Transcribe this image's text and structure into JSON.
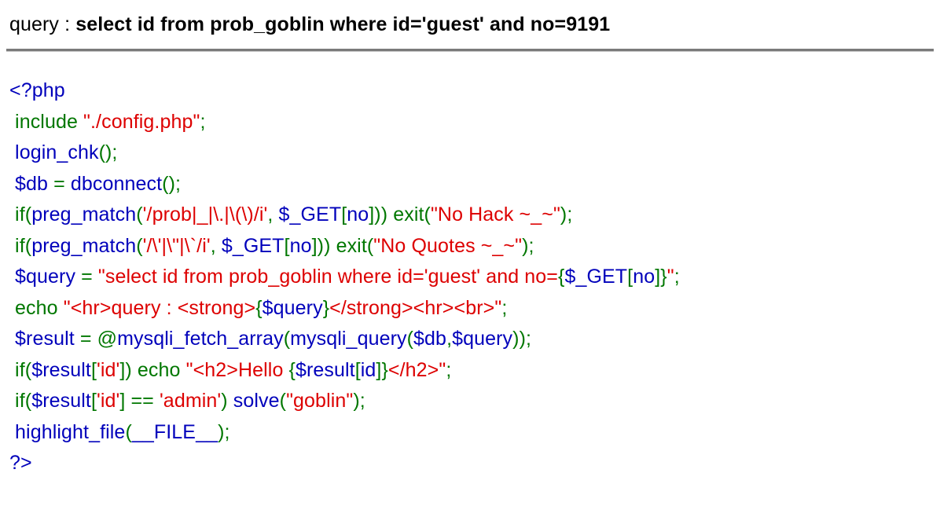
{
  "page": {
    "query_echo": {
      "label": "query : ",
      "value": "select id from prob_goblin where id='guest' and no=9191"
    },
    "separator": "horizontal-rule"
  },
  "colors": {
    "default": "#0000BB",
    "keyword": "#007700",
    "string": "#DD0000",
    "text": "#000000",
    "background": "#ffffff",
    "rule_top": "#7a7a7a",
    "rule_bottom": "#c8c8c8"
  },
  "source": {
    "language": "php",
    "renderer": "highlight_file",
    "lines": [
      {
        "id": "line-1",
        "tokens": [
          {
            "t": "<?php",
            "c": "dfl"
          }
        ]
      },
      {
        "id": "line-2",
        "tokens": [
          {
            "t": " ",
            "c": "dfl"
          },
          {
            "t": "include ",
            "c": "kw"
          },
          {
            "t": "\"./config.php\"",
            "c": "str"
          },
          {
            "t": ";",
            "c": "kw"
          }
        ]
      },
      {
        "id": "line-3",
        "tokens": [
          {
            "t": " login_chk",
            "c": "dfl"
          },
          {
            "t": "();",
            "c": "kw"
          }
        ]
      },
      {
        "id": "line-4",
        "tokens": [
          {
            "t": " $db ",
            "c": "dfl"
          },
          {
            "t": "= ",
            "c": "kw"
          },
          {
            "t": "dbconnect",
            "c": "dfl"
          },
          {
            "t": "();",
            "c": "kw"
          }
        ]
      },
      {
        "id": "line-5",
        "tokens": [
          {
            "t": " ",
            "c": "dfl"
          },
          {
            "t": "if(",
            "c": "kw"
          },
          {
            "t": "preg_match",
            "c": "dfl"
          },
          {
            "t": "(",
            "c": "kw"
          },
          {
            "t": "'/prob|_|\\.|\\(\\)/i'",
            "c": "str"
          },
          {
            "t": ", ",
            "c": "kw"
          },
          {
            "t": "$_GET",
            "c": "dfl"
          },
          {
            "t": "[",
            "c": "kw"
          },
          {
            "t": "no",
            "c": "dfl"
          },
          {
            "t": "])) ",
            "c": "kw"
          },
          {
            "t": "exit(",
            "c": "kw"
          },
          {
            "t": "\"No Hack ~_~\"",
            "c": "str"
          },
          {
            "t": ");",
            "c": "kw"
          }
        ]
      },
      {
        "id": "line-6",
        "tokens": [
          {
            "t": " ",
            "c": "dfl"
          },
          {
            "t": "if(",
            "c": "kw"
          },
          {
            "t": "preg_match",
            "c": "dfl"
          },
          {
            "t": "(",
            "c": "kw"
          },
          {
            "t": "'/\\'|\\\"|\\`/i'",
            "c": "str"
          },
          {
            "t": ", ",
            "c": "kw"
          },
          {
            "t": "$_GET",
            "c": "dfl"
          },
          {
            "t": "[",
            "c": "kw"
          },
          {
            "t": "no",
            "c": "dfl"
          },
          {
            "t": "])) ",
            "c": "kw"
          },
          {
            "t": "exit(",
            "c": "kw"
          },
          {
            "t": "\"No Quotes ~_~\"",
            "c": "str"
          },
          {
            "t": ");",
            "c": "kw"
          }
        ]
      },
      {
        "id": "line-7",
        "tokens": [
          {
            "t": " $query ",
            "c": "dfl"
          },
          {
            "t": "= ",
            "c": "kw"
          },
          {
            "t": "\"select id from prob_goblin where id='guest' and no=",
            "c": "str"
          },
          {
            "t": "{",
            "c": "kw"
          },
          {
            "t": "$_GET",
            "c": "dfl"
          },
          {
            "t": "[",
            "c": "kw"
          },
          {
            "t": "no",
            "c": "dfl"
          },
          {
            "t": "]}",
            "c": "kw"
          },
          {
            "t": "\"",
            "c": "str"
          },
          {
            "t": ";",
            "c": "kw"
          }
        ]
      },
      {
        "id": "line-8",
        "tokens": [
          {
            "t": " ",
            "c": "dfl"
          },
          {
            "t": "echo ",
            "c": "kw"
          },
          {
            "t": "\"<hr>query : <strong>",
            "c": "str"
          },
          {
            "t": "{",
            "c": "kw"
          },
          {
            "t": "$query",
            "c": "dfl"
          },
          {
            "t": "}",
            "c": "kw"
          },
          {
            "t": "</strong><hr><br>\"",
            "c": "str"
          },
          {
            "t": ";",
            "c": "kw"
          }
        ]
      },
      {
        "id": "line-9",
        "tokens": [
          {
            "t": " $result ",
            "c": "dfl"
          },
          {
            "t": "= @",
            "c": "kw"
          },
          {
            "t": "mysqli_fetch_array",
            "c": "dfl"
          },
          {
            "t": "(",
            "c": "kw"
          },
          {
            "t": "mysqli_query",
            "c": "dfl"
          },
          {
            "t": "(",
            "c": "kw"
          },
          {
            "t": "$db",
            "c": "dfl"
          },
          {
            "t": ",",
            "c": "kw"
          },
          {
            "t": "$query",
            "c": "dfl"
          },
          {
            "t": "));",
            "c": "kw"
          }
        ]
      },
      {
        "id": "line-10",
        "tokens": [
          {
            "t": " ",
            "c": "dfl"
          },
          {
            "t": "if(",
            "c": "kw"
          },
          {
            "t": "$result",
            "c": "dfl"
          },
          {
            "t": "[",
            "c": "kw"
          },
          {
            "t": "'id'",
            "c": "str"
          },
          {
            "t": "]) ",
            "c": "kw"
          },
          {
            "t": "echo ",
            "c": "kw"
          },
          {
            "t": "\"<h2>Hello ",
            "c": "str"
          },
          {
            "t": "{",
            "c": "kw"
          },
          {
            "t": "$result",
            "c": "dfl"
          },
          {
            "t": "[",
            "c": "kw"
          },
          {
            "t": "id",
            "c": "dfl"
          },
          {
            "t": "]}",
            "c": "kw"
          },
          {
            "t": "</h2>\"",
            "c": "str"
          },
          {
            "t": ";",
            "c": "kw"
          }
        ]
      },
      {
        "id": "line-11",
        "tokens": [
          {
            "t": " ",
            "c": "dfl"
          },
          {
            "t": "if(",
            "c": "kw"
          },
          {
            "t": "$result",
            "c": "dfl"
          },
          {
            "t": "[",
            "c": "kw"
          },
          {
            "t": "'id'",
            "c": "str"
          },
          {
            "t": "] == ",
            "c": "kw"
          },
          {
            "t": "'admin'",
            "c": "str"
          },
          {
            "t": ") ",
            "c": "kw"
          },
          {
            "t": "solve",
            "c": "dfl"
          },
          {
            "t": "(",
            "c": "kw"
          },
          {
            "t": "\"goblin\"",
            "c": "str"
          },
          {
            "t": ");",
            "c": "kw"
          }
        ]
      },
      {
        "id": "line-12",
        "tokens": [
          {
            "t": " highlight_file",
            "c": "dfl"
          },
          {
            "t": "(",
            "c": "kw"
          },
          {
            "t": "__FILE__",
            "c": "dfl"
          },
          {
            "t": ");",
            "c": "kw"
          }
        ]
      },
      {
        "id": "line-13",
        "tokens": [
          {
            "t": "?>",
            "c": "dfl"
          }
        ]
      }
    ]
  }
}
